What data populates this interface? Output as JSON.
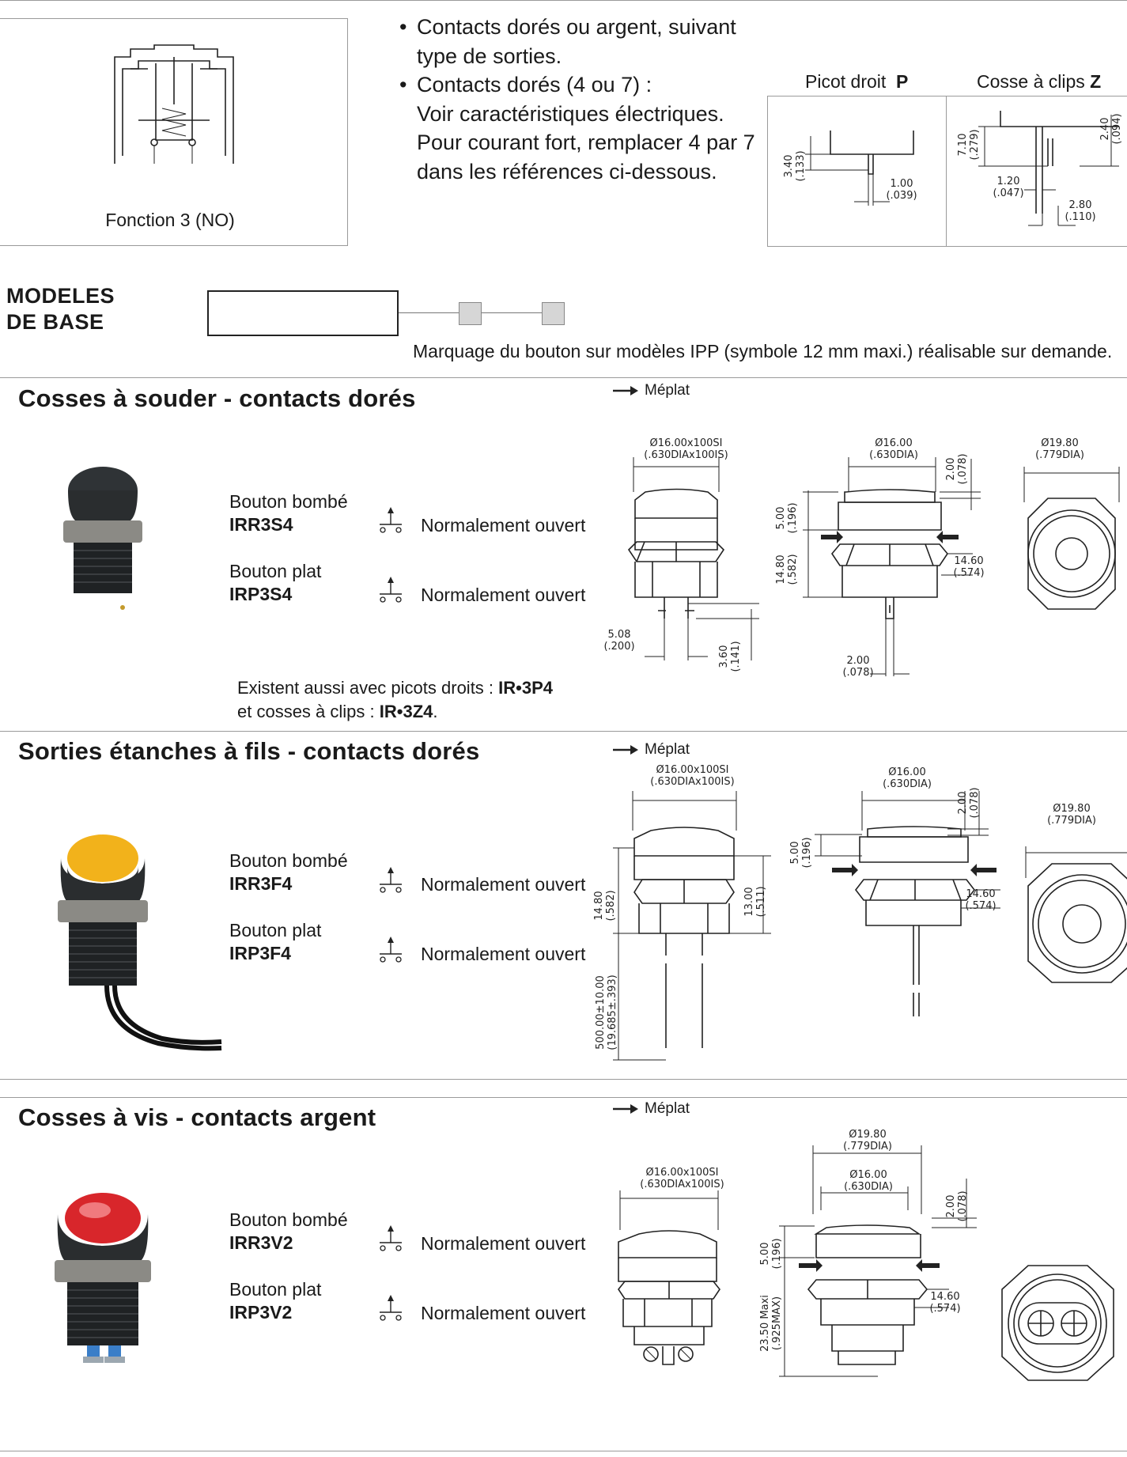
{
  "function_box": {
    "caption": "Fonction 3 (NO)"
  },
  "bullets": [
    "Contacts dorés ou argent, suivant",
    "type de sorties.",
    "Contacts dorés (4 ou 7) :",
    "Voir caractéristiques électriques.",
    "Pour courant fort, remplacer 4 par 7",
    "dans les références ci-dessous."
  ],
  "outputs": {
    "picot": {
      "label": "Picot droit",
      "code": "P",
      "dims": [
        "3.40",
        "(.133)",
        "1.00",
        "(.039)"
      ]
    },
    "cosse": {
      "label": "Cosse à clips",
      "code": "Z",
      "dims": [
        "7.10",
        "(.279)",
        "2.40",
        "(.094)",
        "1.20",
        "(.047)",
        "2.80",
        "(.110)"
      ]
    }
  },
  "modeles": {
    "line1": "MODELES",
    "line2": "DE BASE"
  },
  "marquage": "Marquage du bouton sur modèles IPP (symbole 12 mm maxi.) réalisable sur demande.",
  "meplat": "Méplat",
  "contact_type": "Normalement ouvert",
  "sections": [
    {
      "title": "Cosses à souder - contacts dorés",
      "buttons": [
        {
          "label": "Bouton bombé",
          "ref": "IRR3S4"
        },
        {
          "label": "Bouton plat",
          "ref": "IRP3S4"
        }
      ],
      "note_line1": "Existent aussi avec picots droits : ",
      "note_ref1": "IR•3P4",
      "note_line2": "et cosses à clips : ",
      "note_ref2": "IR•3Z4",
      "note_end": ".",
      "dims": {
        "thread": "Ø16.00x100SI",
        "thread_in": "(.630DIAx100IS)",
        "dia16": "Ø16.00",
        "dia16_in": "(.630DIA)",
        "dia19": "Ø19.80",
        "dia19_in": "(.779DIA)",
        "d200": "2.00",
        "d200_in": "(.078)",
        "d500": "5.00",
        "d500_in": "(.196)",
        "d1480": "14.80",
        "d1480_in": "(.582)",
        "d1460": "14.60",
        "d1460_in": "(.574)",
        "d508": "5.08",
        "d508_in": "(.200)",
        "d360": "3.60",
        "d360_in": "(.141)",
        "d200b": "2.00",
        "d200b_in": "(.078)"
      }
    },
    {
      "title": "Sorties étanches à fils - contacts dorés",
      "buttons": [
        {
          "label": "Bouton bombé",
          "ref": "IRR3F4"
        },
        {
          "label": "Bouton plat",
          "ref": "IRP3F4"
        }
      ],
      "dims": {
        "thread": "Ø16.00x100SI",
        "thread_in": "(.630DIAx100IS)",
        "dia16": "Ø16.00",
        "dia16_in": "(.630DIA)",
        "dia19": "Ø19.80",
        "dia19_in": "(.779DIA)",
        "d200": "2.00",
        "d200_in": "(.078)",
        "d500": "5.00",
        "d500_in": "(.196)",
        "d1480": "14.80",
        "d1480_in": "(.582)",
        "d1300": "13.00",
        "d1300_in": "(.511)",
        "d1460": "14.60",
        "d1460_in": "(.574)",
        "d500w": "500.00±10.00",
        "d500w_in": "(19.685±.393)"
      }
    },
    {
      "title": "Cosses à vis - contacts argent",
      "buttons": [
        {
          "label": "Bouton bombé",
          "ref": "IRR3V2"
        },
        {
          "label": "Bouton plat",
          "ref": "IRP3V2"
        }
      ],
      "dims": {
        "thread": "Ø16.00x100SI",
        "thread_in": "(.630DIAx100IS)",
        "dia19": "Ø19.80",
        "dia19_in": "(.779DIA)",
        "dia16": "Ø16.00",
        "dia16_in": "(.630DIA)",
        "d200": "2.00",
        "d200_in": "(.078)",
        "d500": "5.00",
        "d500_in": "(.196)",
        "d2350": "23.50 Maxi",
        "d2350_in": "(.925MAX)",
        "d1460": "14.60",
        "d1460_in": "(.574)"
      }
    }
  ],
  "colors": {
    "rule": "#9a9a9a",
    "cap_black": "#2a2d2f",
    "cap_yellow": "#f2b21b",
    "cap_red": "#d8262b",
    "nut": "#8a8a86"
  }
}
